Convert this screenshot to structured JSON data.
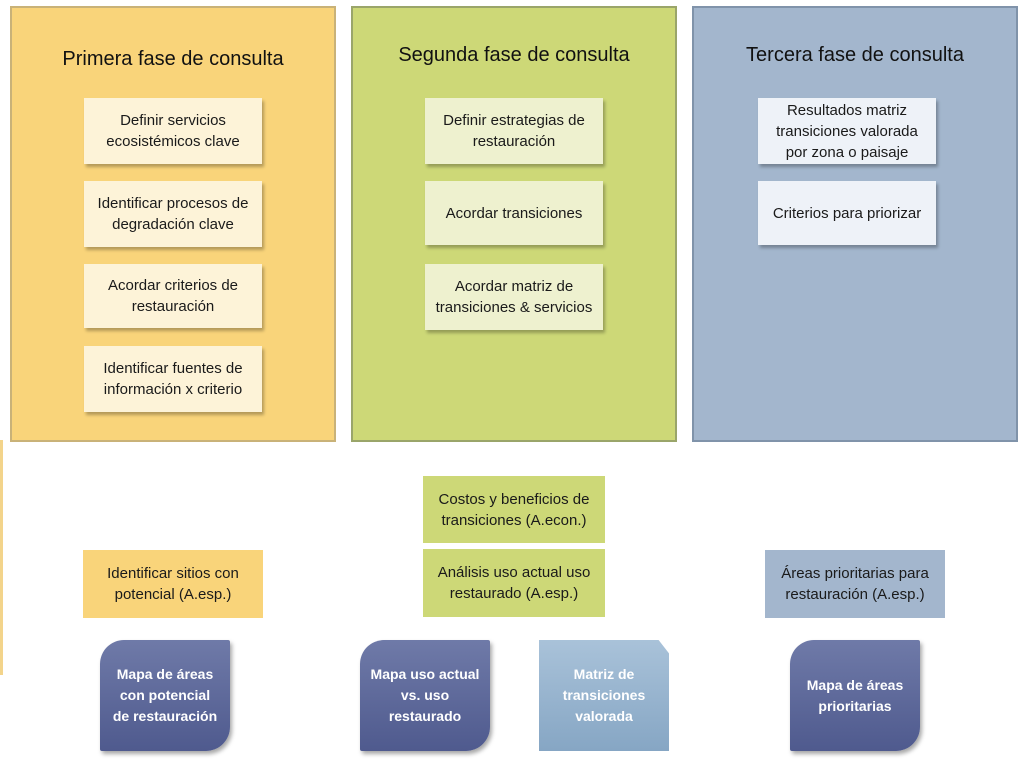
{
  "phases": [
    {
      "title": "Primera fase de consulta",
      "steps": [
        "Definir servicios ecosistémicos clave",
        "Identificar procesos de degradación clave",
        "Acordar criterios de restauración",
        "Identificar fuentes de información x criterio"
      ]
    },
    {
      "title": "Segunda fase de consulta",
      "steps": [
        "Definir estrategias de restauración",
        "Acordar transiciones",
        "Acordar matriz de transiciones  & servicios"
      ]
    },
    {
      "title": "Tercera fase de consulta",
      "steps": [
        "Resultados matriz transiciones valorada por zona o paisaje",
        "Criterios para priorizar"
      ]
    }
  ],
  "analyses": {
    "sitios": "Identificar sitios con potencial (A.esp.)",
    "costos": "Costos y beneficios de transiciones (A.econ.)",
    "uso": "Análisis uso actual uso restaurado (A.esp.)",
    "areas": "Áreas prioritarias para restauración (A.esp.)"
  },
  "results": {
    "mapa_potencial": "Mapa de áreas con potencial de restauración",
    "mapa_uso": "Mapa uso actual vs. uso restaurado",
    "matriz": "Matriz de transiciones valorada",
    "mapa_prioritarias": "Mapa de áreas prioritarias"
  },
  "colors": {
    "phase1": "#f9d47a",
    "phase2": "#cdd877",
    "phase3": "#a3b6cd",
    "result_dark": "#5a6597",
    "result_light": "#95b1cd"
  }
}
